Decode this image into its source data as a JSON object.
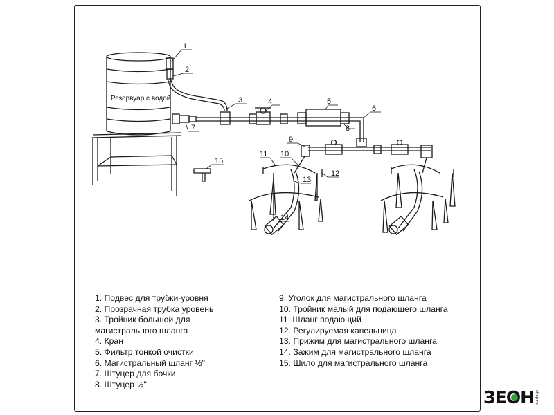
{
  "diagram": {
    "tank_label": "Резервуар с водой",
    "callouts": [
      "1",
      "2",
      "3",
      "4",
      "5",
      "6",
      "7",
      "8",
      "9",
      "10",
      "11",
      "12",
      "13",
      "14",
      "15"
    ]
  },
  "legend": {
    "left": [
      "1. Подвес для трубки-уровня",
      "2. Прозрачная трубка уровень",
      "3. Тройник большой для магистрального шланга",
      "4. Кран",
      "5. Фильтр тонкой очистки",
      "6. Магистральный шланг ½\"",
      "7. Штуцер для бочки",
      "8. Штуцер ½\""
    ],
    "right": [
      "9. Уголок для магистрального шланга",
      "10. Тройник малый для подающего шланга",
      "11. Шланг подающий",
      "12. Регулируемая капельница",
      "13. Прижим для магистрального шланга",
      "14. Зажим для магистрального шланга",
      "15. Шило для магистрального шланга"
    ]
  },
  "logo": {
    "text": "ЗЕОН",
    "sub": "shop.ru"
  },
  "colors": {
    "line": "#1a1a1a",
    "accent": "#2f9e3f"
  }
}
